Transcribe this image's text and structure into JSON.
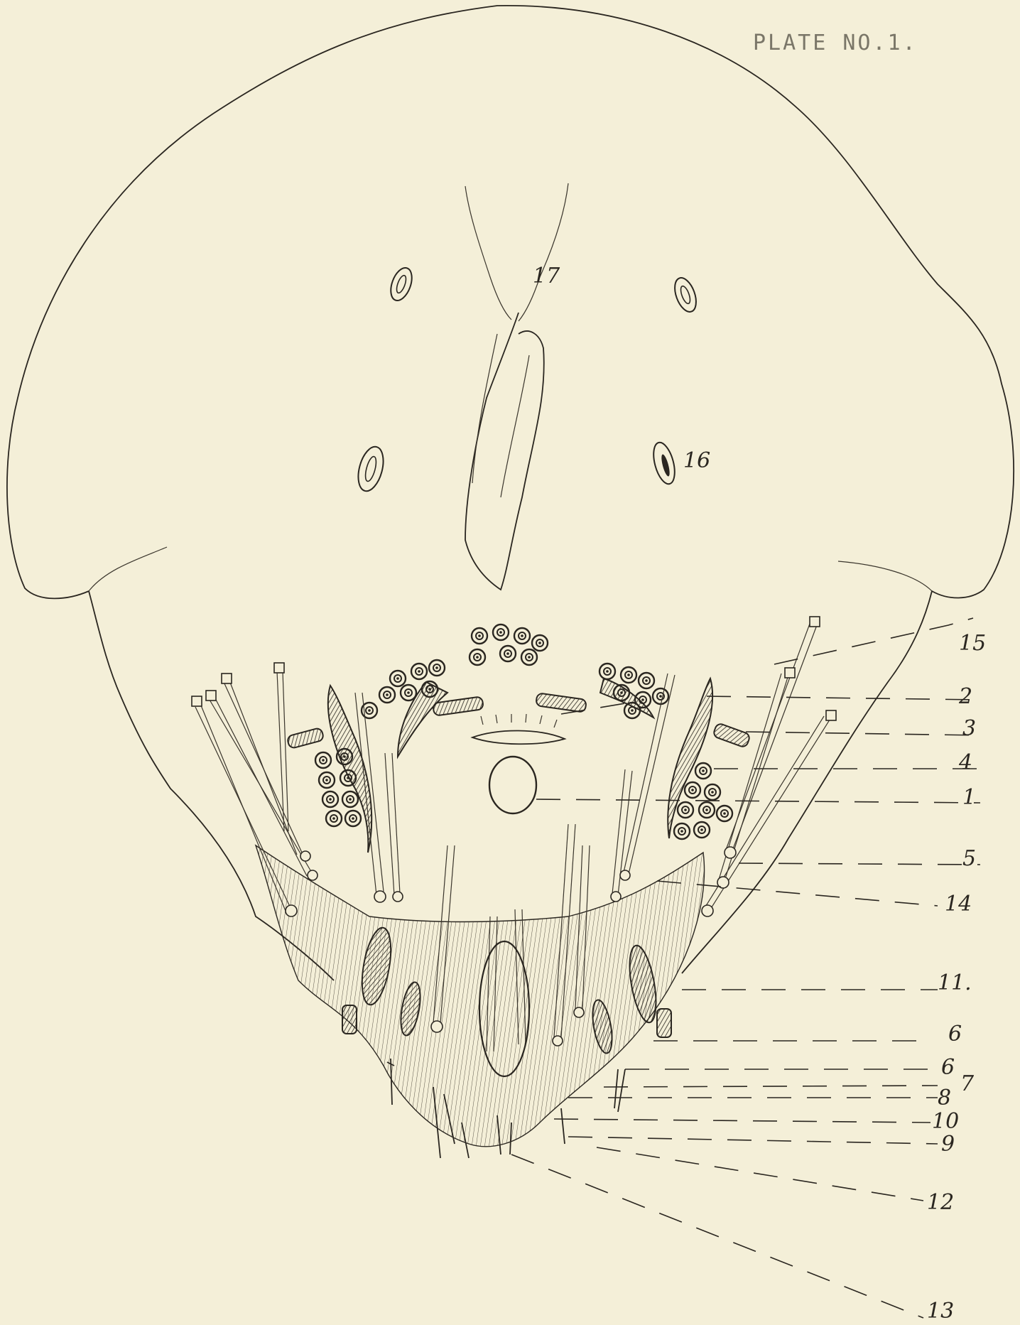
{
  "plate_title": "PLATE NO.1.",
  "labels": {
    "l1": "1",
    "l2": "2",
    "l3": "3",
    "l4": "4",
    "l5": "5",
    "l6a": "6",
    "l6b": "6",
    "l7": "7",
    "l8": "8",
    "l9": "9",
    "l10": "10",
    "l11": "11.",
    "l12": "12",
    "l13": "13",
    "l14": "14",
    "l15": "15",
    "l16": "16",
    "l17": "17"
  },
  "colors": {
    "paper": "#f4efd8",
    "ink": "#2a2620"
  }
}
